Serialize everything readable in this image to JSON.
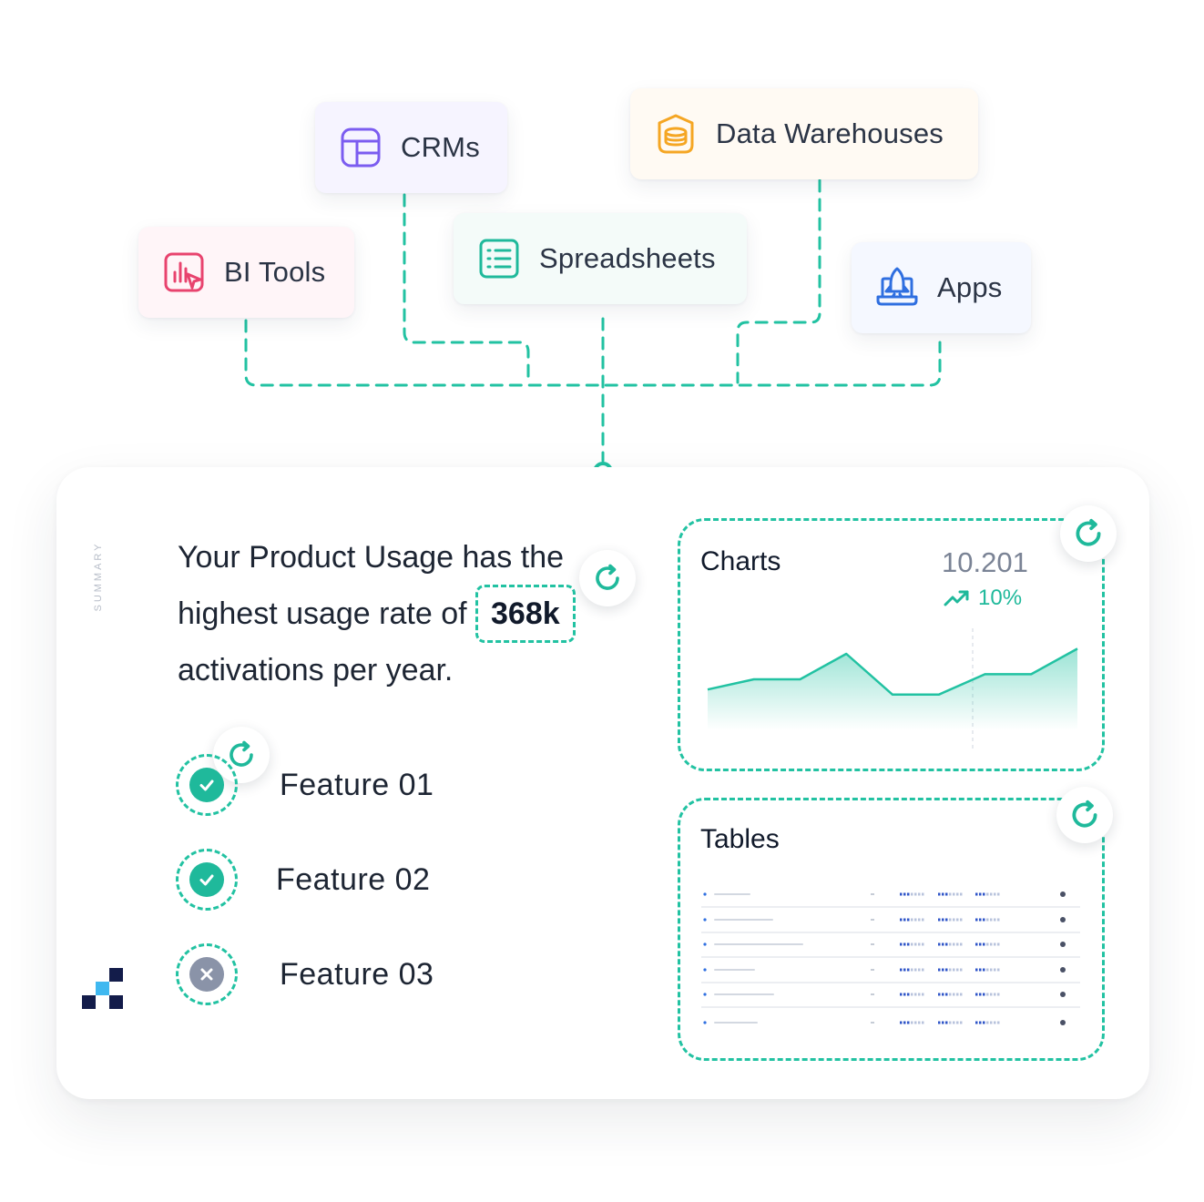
{
  "sources": [
    {
      "id": "bi-tools",
      "label": "BI Tools",
      "icon": "bi-tools-icon",
      "color": "#e8436e",
      "bg": "#fff5f8"
    },
    {
      "id": "crms",
      "label": "CRMs",
      "icon": "crm-layout-icon",
      "color": "#7b5cf0",
      "bg": "#f6f4ff"
    },
    {
      "id": "spreadsheets",
      "label": "Spreadsheets",
      "icon": "spreadsheet-list-icon",
      "color": "#1fb99b",
      "bg": "#f4fbf9"
    },
    {
      "id": "data-warehouses",
      "label": "Data Warehouses",
      "icon": "database-icon",
      "color": "#f5a623",
      "bg": "#fffaf3"
    },
    {
      "id": "apps",
      "label": "Apps",
      "icon": "rocket-laptop-icon",
      "color": "#2f6fe0",
      "bg": "#f5f8ff"
    }
  ],
  "accent": "#22c2a2",
  "summary": {
    "section_label": "SUMMARY",
    "headline_part1": "Your Product Usage has the highest usage rate of ",
    "metric": "368k",
    "headline_part2": " activations per year."
  },
  "features": [
    {
      "label": "Feature 01",
      "status": "enabled",
      "icon": "check-icon"
    },
    {
      "label": "Feature 02",
      "status": "enabled",
      "icon": "check-icon"
    },
    {
      "label": "Feature 03",
      "status": "disabled",
      "icon": "close-icon"
    }
  ],
  "charts_panel": {
    "title": "Charts",
    "value": "10.201",
    "change": "10%",
    "trend_icon": "trend-up-icon"
  },
  "tables_panel": {
    "title": "Tables"
  },
  "chart_data": {
    "type": "area",
    "x": [
      0,
      1,
      2,
      3,
      4,
      5,
      6,
      7,
      8
    ],
    "values": [
      4,
      5,
      5,
      7.5,
      3.5,
      3.5,
      5.5,
      5.5,
      8
    ],
    "ylim": [
      0,
      10
    ],
    "grid": false,
    "legend": "none"
  }
}
